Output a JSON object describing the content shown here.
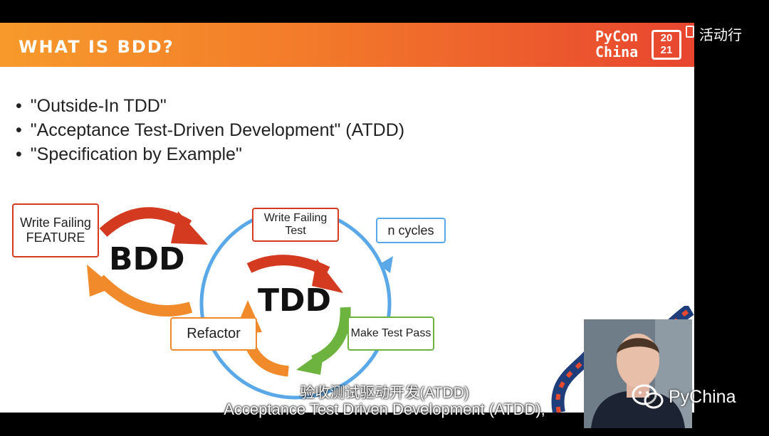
{
  "slide": {
    "title": "WHAT IS BDD?",
    "logo": {
      "line1": "PyCon",
      "line2": "China",
      "year_top": "20",
      "year_bottom": "21"
    },
    "bullets": [
      "\"Outside-In TDD\"",
      "\"Acceptance Test-Driven Development\" (ATDD)",
      "\"Specification by Example\""
    ],
    "diagram": {
      "write_failing_feature": "Write Failing FEATURE",
      "bdd": "BDD",
      "write_failing_test": "Write Failing Test",
      "n_cycles": "n cycles",
      "tdd": "TDD",
      "make_test_pass": "Make Test Pass",
      "refactor": "Refactor"
    },
    "colors": {
      "red": "#d43a1f",
      "orange": "#f08a2a",
      "green": "#6cb33f",
      "blue": "#5aa8e8"
    }
  },
  "overlay": {
    "activity_label": "活动行",
    "subtitle_cn": "验收测试驱动开发(ATDD)",
    "subtitle_en": "Acceptance Test Driven Development (ATDD),",
    "watermark": "PyChina",
    "watermark_icon": "wechat-icon"
  }
}
